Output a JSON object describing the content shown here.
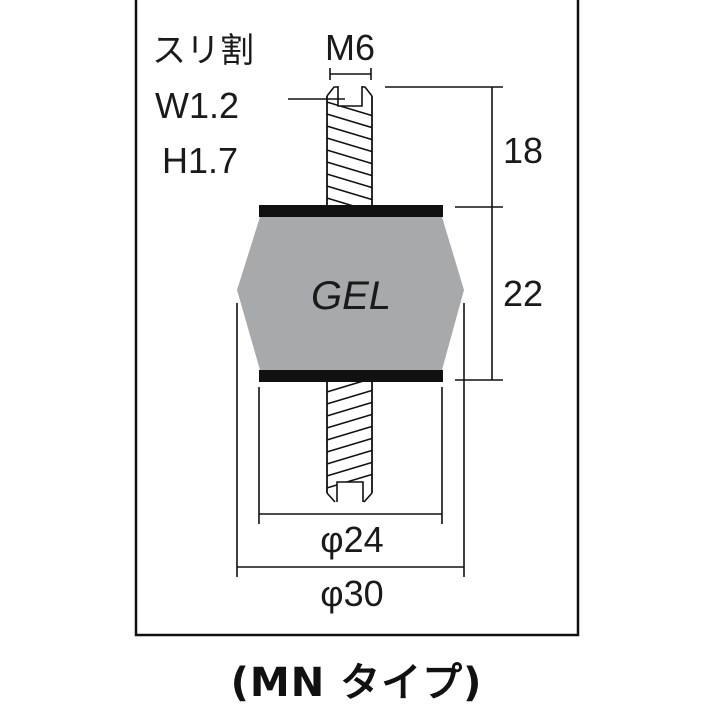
{
  "diagram": {
    "type": "technical-drawing",
    "subject": "Anti-vibration gel mount",
    "slot_label": "スリ割",
    "slot_width": "W1.2",
    "slot_height": "H1.7",
    "thread_label": "M6",
    "body_label": "GEL",
    "dimensions": {
      "stud_length": "18",
      "body_height": "22",
      "plate_diameter": "φ24",
      "body_diameter": "φ30"
    },
    "colors": {
      "gel_fill": "#a7a9ab",
      "plate": "#111111",
      "line": "#111111",
      "background": "#ffffff"
    }
  },
  "caption": "(MN タイプ)"
}
